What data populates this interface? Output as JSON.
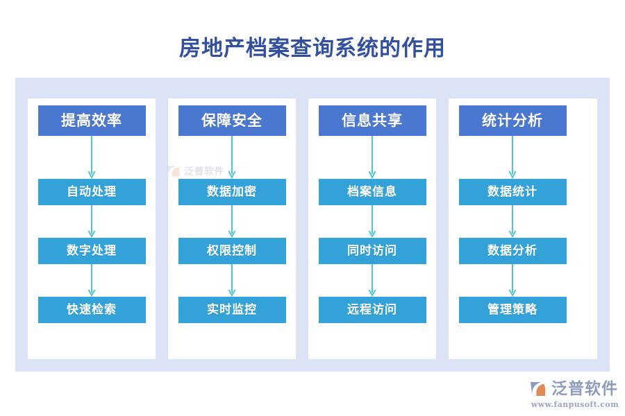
{
  "page": {
    "title": "房地产档案查询系统的作用",
    "title_color": "#33509f",
    "background": "#ffffff",
    "panel_background": "#dbe3f5",
    "card_background": "#ffffff"
  },
  "theme": {
    "header_box_color": "#4a77cf",
    "step_box_color": "#33a2d8",
    "arrow_color": "#4ec5d5",
    "box_text_color": "#ffffff"
  },
  "diagram": {
    "type": "flowchart-columns",
    "columns": [
      {
        "header": "提高效率",
        "steps": [
          "自动处理",
          "数字处理",
          "快速检索"
        ]
      },
      {
        "header": "保障安全",
        "steps": [
          "数据加密",
          "权限控制",
          "实时监控"
        ]
      },
      {
        "header": "信息共享",
        "steps": [
          "档案信息",
          "同时访问",
          "远程访问"
        ]
      },
      {
        "header": "统计分析",
        "steps": [
          "数据统计",
          "数据分析",
          "管理策略"
        ]
      }
    ]
  },
  "watermark": {
    "text": "泛普软件"
  },
  "brand": {
    "name": "泛普软件",
    "url": "www.fanpusoft.com"
  }
}
